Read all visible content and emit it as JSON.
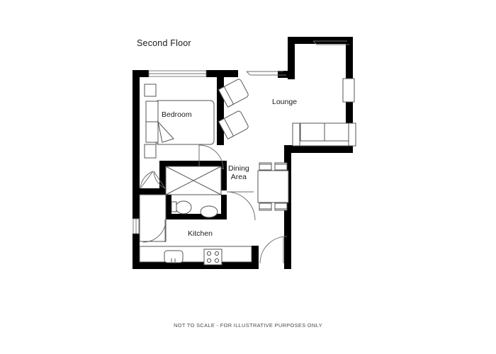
{
  "plan": {
    "title": "Second Floor",
    "footer_note": "NOT TO SCALE - FOR ILLUSTRATIVE PURPOSES ONLY",
    "background_color": "#ffffff",
    "wall_color": "#000000",
    "furniture_stroke": "#555555",
    "text_color": "#1b1b1b"
  },
  "rooms": [
    {
      "key": "bedroom",
      "label": "Bedroom"
    },
    {
      "key": "lounge",
      "label": "Lounge"
    },
    {
      "key": "dining",
      "label_line1": "Dining",
      "label_line2": "Area"
    },
    {
      "key": "kitchen",
      "label": "Kitchen"
    }
  ],
  "fixtures": {
    "bedroom": [
      "double-bed",
      "bedside-table-top",
      "bedside-table-bottom",
      "wardrobe-run",
      "window-north"
    ],
    "lounge": [
      "two-seat-sofa",
      "cabinet",
      "armchair-upper",
      "armchair-lower",
      "window-north",
      "window-west"
    ],
    "dining": [
      "dining-table",
      "dining-chair-1",
      "dining-chair-2",
      "dining-chair-3",
      "dining-chair-4"
    ],
    "kitchen": [
      "counter-run",
      "sink",
      "hob",
      "entry-door"
    ],
    "bathroom": [
      "shower-tray",
      "toilet",
      "wash-basin",
      "door"
    ],
    "hall": [
      "storage-cupboard",
      "window-west",
      "door"
    ]
  }
}
